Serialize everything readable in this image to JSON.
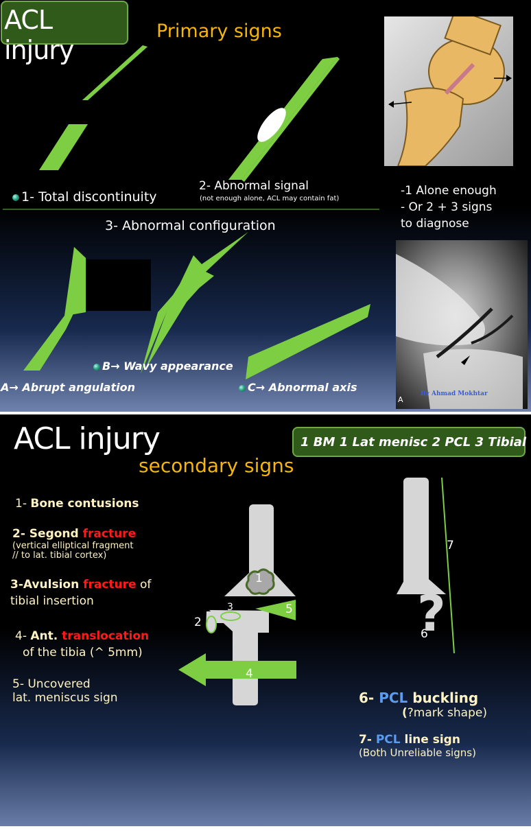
{
  "slide1": {
    "title": "ACL injury",
    "heading": "Primary signs",
    "sign1": "1-  Total discontinuity",
    "sign2": "2- Abnormal signal",
    "sign2_note": "(not enough alone, ACL may contain fat)",
    "sign3": "3- Abnormal configuration",
    "diagnosis_lines": [
      "-1 Alone  enough",
      "- Or 2 + 3 signs",
      "to diagnose"
    ],
    "config_a": "A→ Abrupt angulation",
    "config_b": "B→ Wavy appearance",
    "config_c": "C→ Abnormal axis",
    "mri_label": "A",
    "author": "By Ahmad Mokhtar"
  },
  "slide2": {
    "title": "ACL injury",
    "heading": "secondary signs",
    "summary": "1 BM 1 Lat menisc  2 PCL  3 Tibial",
    "item1_num": "1- ",
    "item1_text": "Bone contusions",
    "item2_num": "2- Segond ",
    "item2_red": "fracture",
    "item2_note1": "(vertical elliptical fragment",
    "item2_note2": "// to lat. tibial cortex)",
    "item3_num": "3-Avulsion ",
    "item3_red": "fracture",
    "item3_rest": " of",
    "item3_line2": "tibial insertion",
    "item4_num": "4- ",
    "item4_bold": "Ant. ",
    "item4_red": "translocation",
    "item4_line2": "of the tibia (^ 5mm)",
    "item5_line1": "5- Uncovered",
    "item5_line2": "lat. meniscus sign",
    "item6_num": "6- ",
    "item6_blue": "PCL",
    "item6_rest": " buckling",
    "item6_paren": "(",
    "item6_note": "?mark shape)",
    "item7_num": "7- ",
    "item7_blue": "PCL",
    "item7_rest": " line sign",
    "item7_note": "(Both Unreliable signs)",
    "diagram_labels": {
      "n1": "1",
      "n2": "2",
      "n3": "3",
      "n4": "4",
      "n5": "5",
      "n6": "6",
      "n7": "7",
      "qmark": "?"
    }
  },
  "colors": {
    "ligament_green": "#7dce43",
    "title_box": "#2f5a1a",
    "heading_yellow": "#f5b50b",
    "fracture_red": "#ff1a1a",
    "pcl_blue": "#5b9cf0",
    "bone_gray": "#d6d6d6"
  }
}
